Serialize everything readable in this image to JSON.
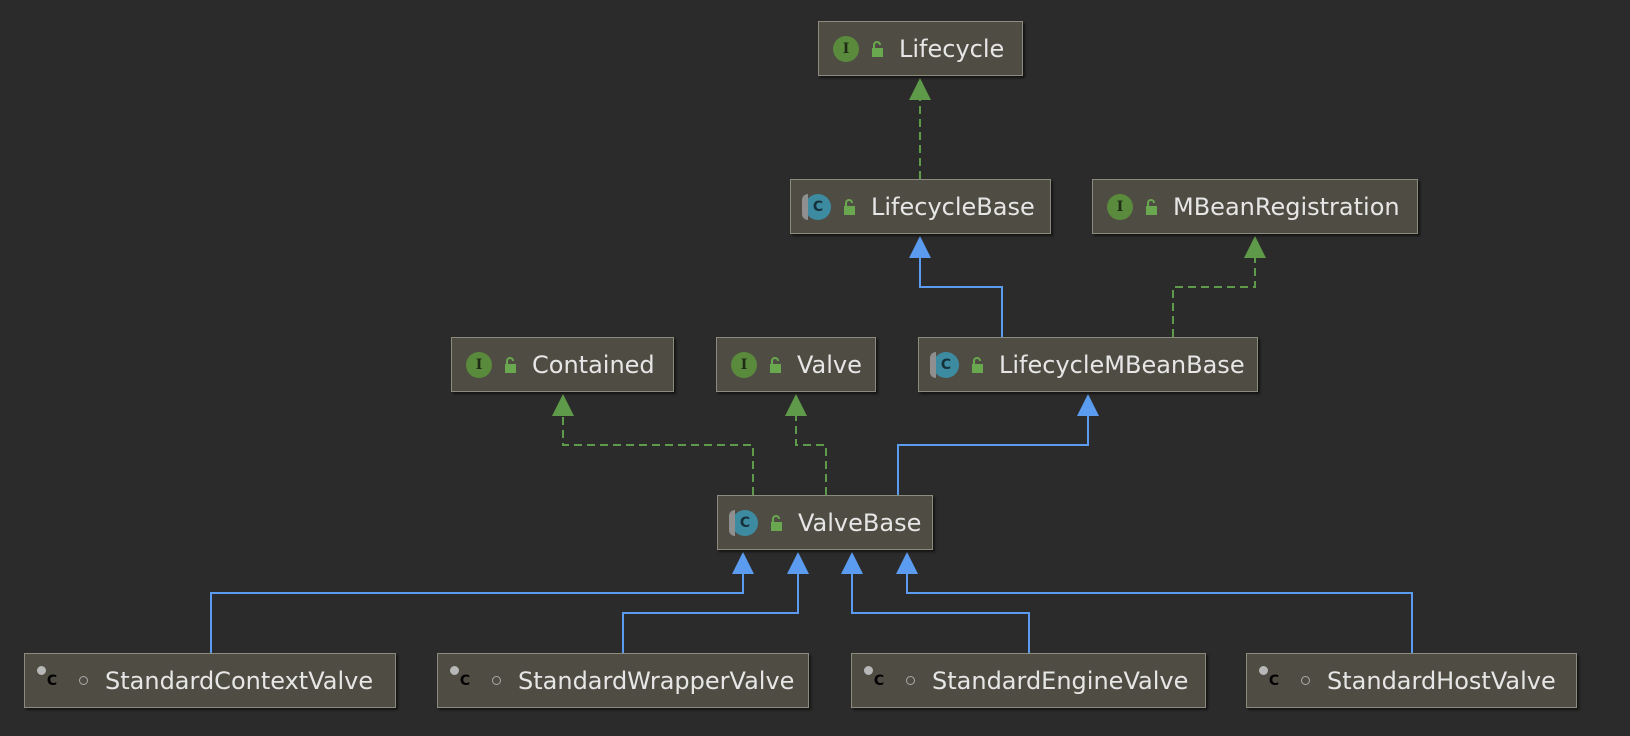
{
  "diagram": {
    "nodes": [
      {
        "id": "Lifecycle",
        "label": "Lifecycle",
        "kind": "interface",
        "kind_letter": "I",
        "visibility": "public"
      },
      {
        "id": "LifecycleBase",
        "label": "LifecycleBase",
        "kind": "abstract",
        "kind_letter": "C",
        "visibility": "public"
      },
      {
        "id": "MBeanRegistration",
        "label": "MBeanRegistration",
        "kind": "interface",
        "kind_letter": "I",
        "visibility": "public"
      },
      {
        "id": "Contained",
        "label": "Contained",
        "kind": "interface",
        "kind_letter": "I",
        "visibility": "public"
      },
      {
        "id": "Valve",
        "label": "Valve",
        "kind": "interface",
        "kind_letter": "I",
        "visibility": "public"
      },
      {
        "id": "LifecycleMBeanBase",
        "label": "LifecycleMBeanBase",
        "kind": "abstract",
        "kind_letter": "C",
        "visibility": "public"
      },
      {
        "id": "ValveBase",
        "label": "ValveBase",
        "kind": "abstract",
        "kind_letter": "C",
        "visibility": "public"
      },
      {
        "id": "StandardContextValve",
        "label": "StandardContextValve",
        "kind": "final",
        "kind_letter": "C",
        "visibility": "package"
      },
      {
        "id": "StandardWrapperValve",
        "label": "StandardWrapperValve",
        "kind": "final",
        "kind_letter": "C",
        "visibility": "package"
      },
      {
        "id": "StandardEngineValve",
        "label": "StandardEngineValve",
        "kind": "final",
        "kind_letter": "C",
        "visibility": "package"
      },
      {
        "id": "StandardHostValve",
        "label": "StandardHostValve",
        "kind": "final",
        "kind_letter": "C",
        "visibility": "package"
      }
    ],
    "edges": [
      {
        "from": "LifecycleBase",
        "to": "Lifecycle",
        "type": "implements"
      },
      {
        "from": "LifecycleMBeanBase",
        "to": "LifecycleBase",
        "type": "extends"
      },
      {
        "from": "LifecycleMBeanBase",
        "to": "MBeanRegistration",
        "type": "implements"
      },
      {
        "from": "ValveBase",
        "to": "Contained",
        "type": "implements"
      },
      {
        "from": "ValveBase",
        "to": "Valve",
        "type": "implements"
      },
      {
        "from": "ValveBase",
        "to": "LifecycleMBeanBase",
        "type": "extends"
      },
      {
        "from": "StandardContextValve",
        "to": "ValveBase",
        "type": "extends"
      },
      {
        "from": "StandardWrapperValve",
        "to": "ValveBase",
        "type": "extends"
      },
      {
        "from": "StandardEngineValve",
        "to": "ValveBase",
        "type": "extends"
      },
      {
        "from": "StandardHostValve",
        "to": "ValveBase",
        "type": "extends"
      }
    ],
    "colors": {
      "background": "#2b2b2b",
      "node_fill": "#4f4d43",
      "node_border": "#8c8c7e",
      "extends_line": "#5b9bf0",
      "implements_line": "#5f9a4a",
      "interface_icon": "#5a8a3c",
      "class_icon": "#3d8ba1",
      "label_text": "#e6e6e6"
    }
  }
}
